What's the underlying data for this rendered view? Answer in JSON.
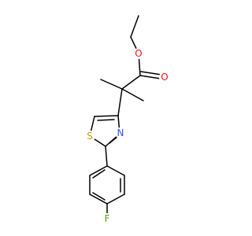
{
  "molecule": {
    "atoms": {
      "o_ether": {
        "label": "O",
        "color": "#ff0d0d"
      },
      "o_carbonyl": {
        "label": "O",
        "color": "#ff0d0d"
      },
      "s_thiazole": {
        "label": "S",
        "color": "#b8a000"
      },
      "n_thiazole": {
        "label": "N",
        "color": "#3050f8"
      },
      "f_aryl": {
        "label": "F",
        "color": "#5aa000"
      }
    },
    "bond_color": "#000000"
  }
}
